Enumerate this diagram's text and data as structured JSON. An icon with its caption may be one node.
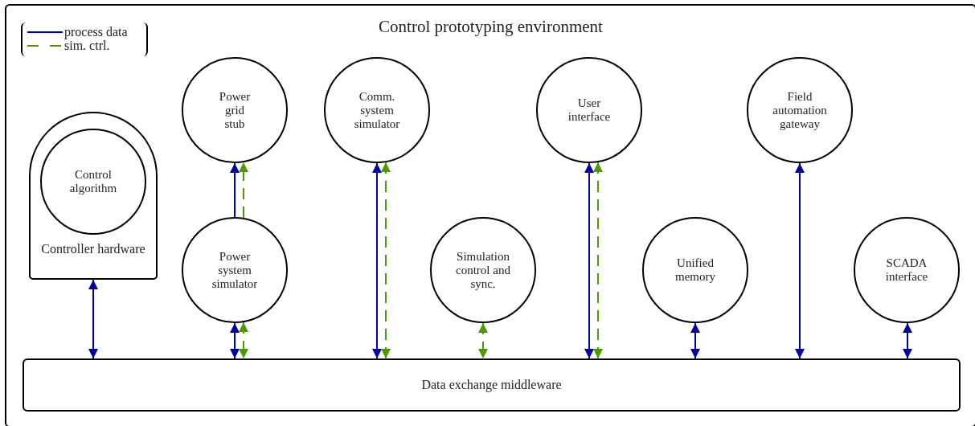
{
  "diagram": {
    "nodes": [
      {
        "text": [
          "Control prototyping environment"
        ]
      },
      {
        "text": [
          "Controller hardware"
        ],
        "in": 0
      },
      {
        "text": [
          "Control algorithm"
        ],
        "in": 1
      },
      {
        "text": [
          "Power grid stub"
        ],
        "in": 0
      },
      {
        "text": [
          "Comm. system simulator"
        ],
        "in": 0
      },
      {
        "text": [
          "User interface"
        ],
        "in": 0
      },
      {
        "text": [
          "Field automation gateway"
        ],
        "in": 0
      },
      {
        "text": [
          "Power system simulator"
        ],
        "in": 0
      },
      {
        "text": [
          "Simulation control and sync."
        ],
        "in": 0
      },
      {
        "text": [
          "Unified memory"
        ],
        "in": 0
      },
      {
        "text": [
          "SCADA interface"
        ],
        "in": 0
      },
      {
        "text": [
          "Data exchange middleware"
        ],
        "in": 0
      }
    ],
    "edges": [
      {
        "from": 1,
        "to": 11,
        "arrow": "both"
      },
      {
        "from": 7,
        "to": 3,
        "arrow": "to"
      },
      {
        "from": 7,
        "to": 3,
        "arrow": "to",
        "style": "dashed",
        "color": "#4d9a00"
      },
      {
        "from": 7,
        "to": 11,
        "arrow": "both"
      },
      {
        "from": 7,
        "to": 11,
        "arrow": "both",
        "style": "dashed",
        "color": "#4d9a00"
      },
      {
        "from": 4,
        "to": 11,
        "arrow": "both"
      },
      {
        "from": 4,
        "to": 11,
        "arrow": "both",
        "style": "dashed",
        "color": "#4d9a00"
      },
      {
        "from": 8,
        "to": 11,
        "arrow": "both",
        "style": "dashed",
        "color": "#4d9a00"
      },
      {
        "from": 5,
        "to": 11,
        "arrow": "both"
      },
      {
        "from": 5,
        "to": 11,
        "arrow": "both",
        "style": "dashed",
        "color": "#4d9a00"
      },
      {
        "from": 9,
        "to": 11,
        "arrow": "both"
      },
      {
        "from": 6,
        "to": 11,
        "arrow": "both"
      },
      {
        "from": 10,
        "to": 11,
        "arrow": "both"
      }
    ],
    "legend": [
      {
        "text": "process data"
      },
      {
        "text": "sim. ctrl."
      }
    ]
  }
}
